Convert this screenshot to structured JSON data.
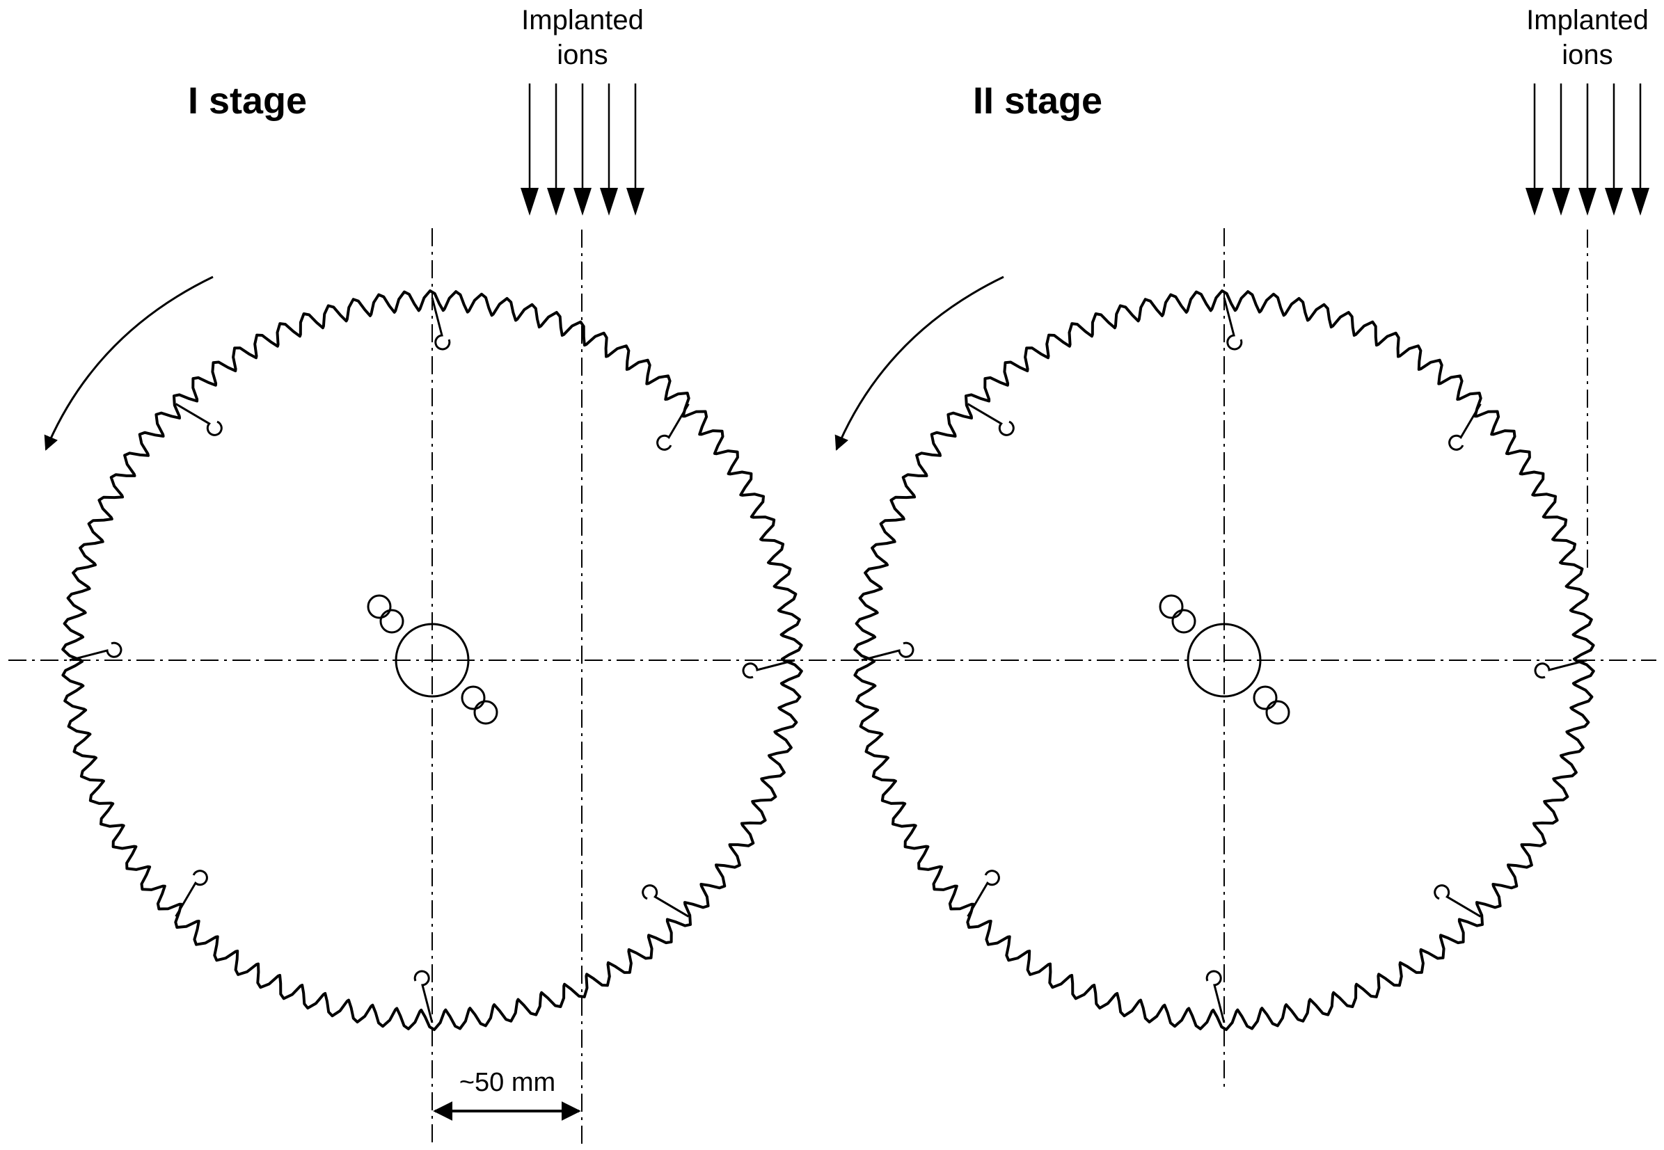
{
  "figure": {
    "stages": [
      {
        "id": "stage-1",
        "title": "I stage",
        "ions_label_line1": "Implanted",
        "ions_label_line2": "ions",
        "ion_arrow_count": 5,
        "tooth_count": 90,
        "gullet_count": 8
      },
      {
        "id": "stage-2",
        "title": "II stage",
        "ions_label_line1": "Implanted",
        "ions_label_line2": "ions",
        "ion_arrow_count": 5,
        "tooth_count": 90,
        "gullet_count": 8
      }
    ],
    "dimension_label": "~50 mm",
    "colors": {
      "ink": "#000000",
      "background": "#ffffff"
    }
  }
}
